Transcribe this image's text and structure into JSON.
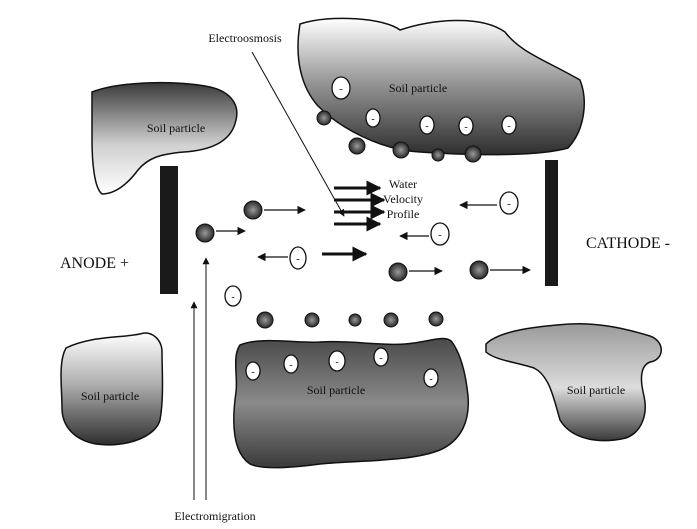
{
  "labels": {
    "electroosmosis": "Electroosmosis",
    "electromigration": "Electromigration",
    "anode": "ANODE +",
    "cathode": "CATHODE -",
    "water_velocity_profile": [
      "Water",
      "Velocity",
      "Profile"
    ],
    "cation_sign": "-",
    "soil_particle_top_left": "Soil particle",
    "soil_particle_top_right": "Soil particle",
    "soil_particle_bottom_left": "Soil particle",
    "soil_particle_bottom_center": "Soil particle",
    "soil_particle_bottom_right": "Soil particle"
  },
  "colors": {
    "ink": "#111111",
    "particle_dark": "#3a3a3a",
    "particle_light": "#ffffff",
    "electrode": "#1a1a1a"
  }
}
